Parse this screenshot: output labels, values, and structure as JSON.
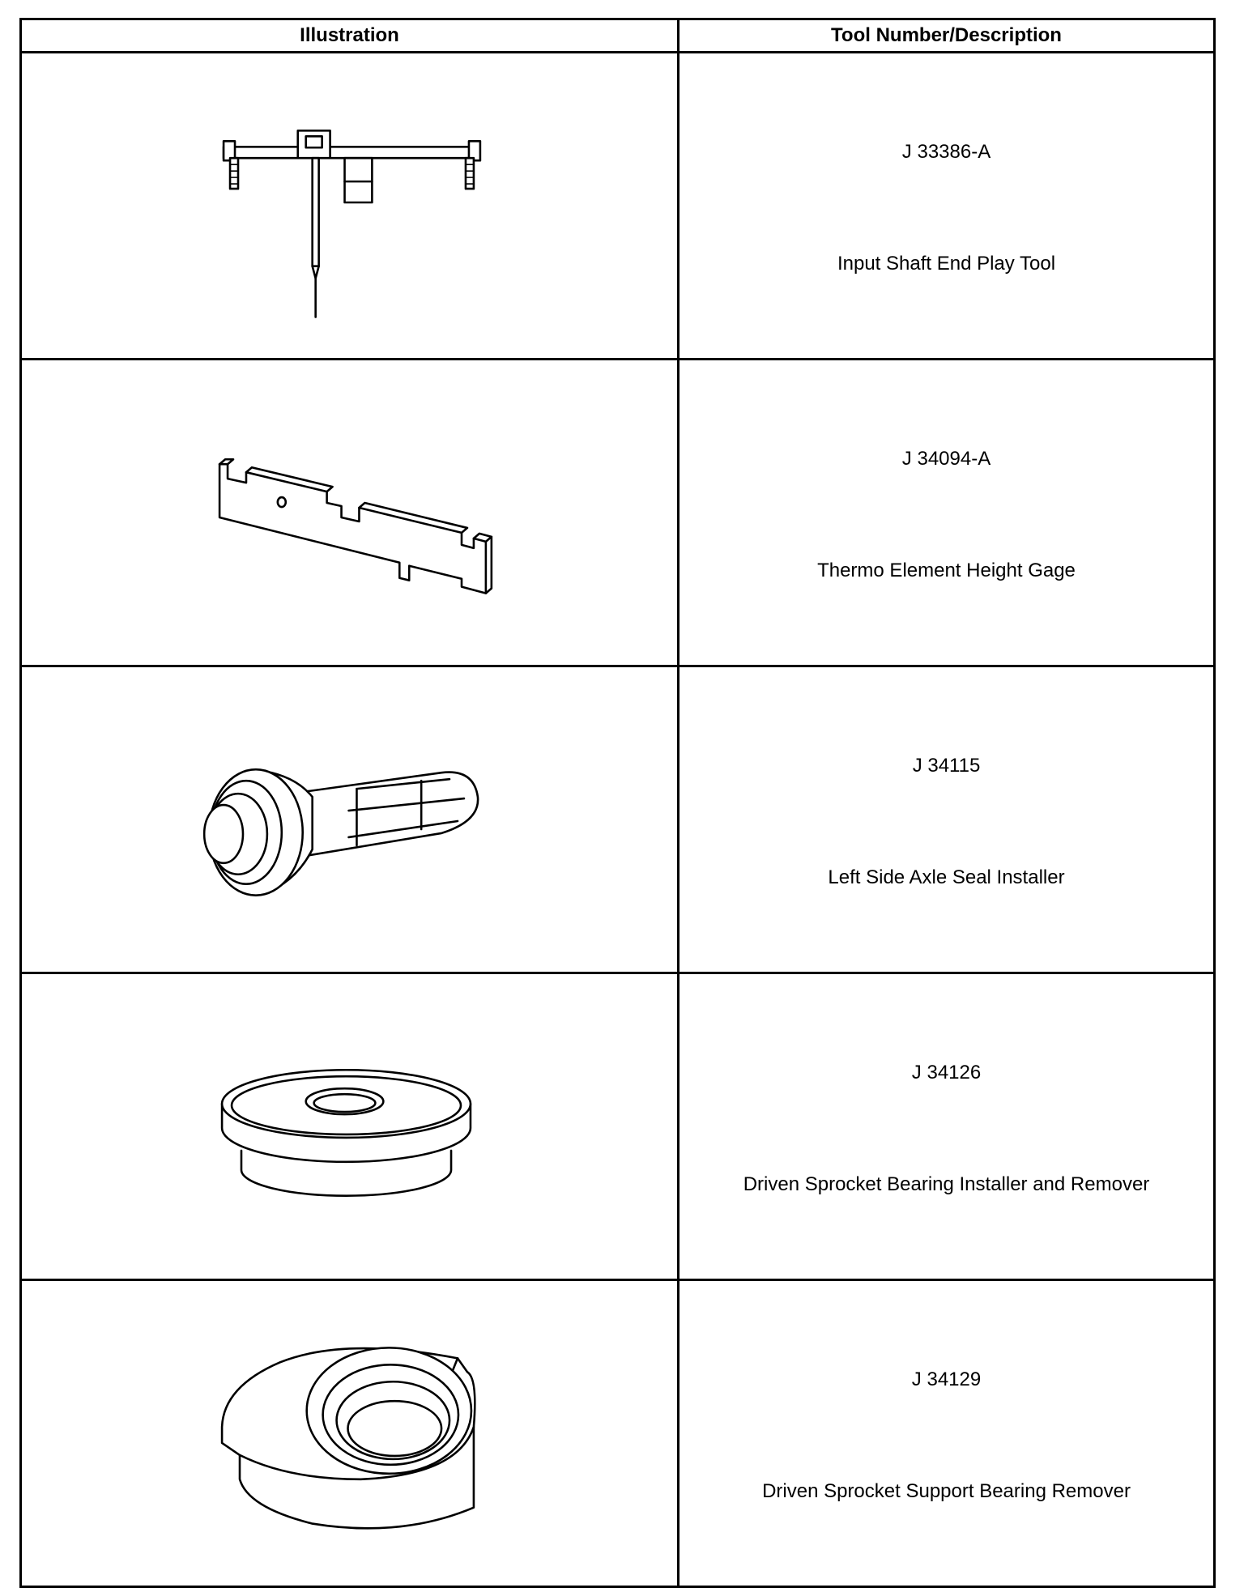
{
  "headers": {
    "illustration": "Illustration",
    "tool": "Tool Number/Description"
  },
  "tools": [
    {
      "number": "J 33386-A",
      "description": "Input Shaft End Play Tool",
      "icon": "end-play-tool-icon"
    },
    {
      "number": "J 34094-A",
      "description": "Thermo Element Height Gage",
      "icon": "height-gage-icon"
    },
    {
      "number": "J 34115",
      "description": "Left Side Axle Seal Installer",
      "icon": "seal-installer-icon"
    },
    {
      "number": "J 34126",
      "description": "Driven Sprocket Bearing Installer and Remover",
      "icon": "bearing-installer-icon"
    },
    {
      "number": "J 34129",
      "description": "Driven Sprocket Support Bearing Remover",
      "icon": "bearing-remover-icon"
    }
  ]
}
